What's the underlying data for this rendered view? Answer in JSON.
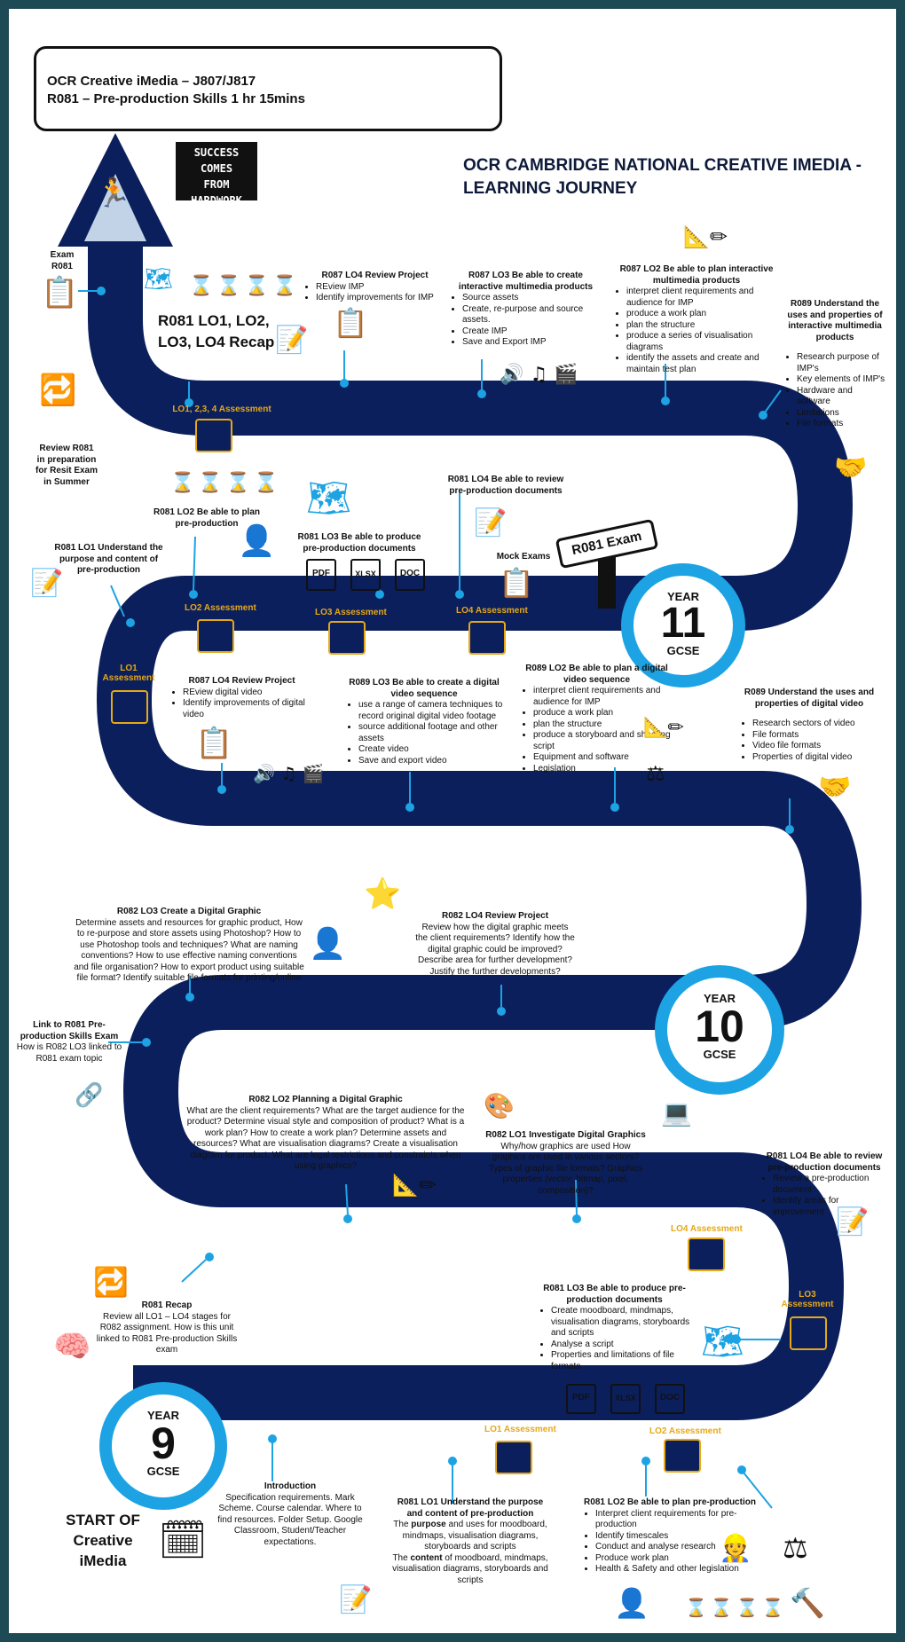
{
  "header": {
    "line1": "OCR Creative iMedia – J807/J817",
    "line2": "R081 – Pre-production Skills 1 hr 15mins"
  },
  "title": {
    "line1": "OCR CAMBRIDGE NATIONAL CREATIVE IMEDIA -",
    "line2": "LEARNING JOURNEY"
  },
  "poster": {
    "l1": "SUCCESS COMES",
    "l2": "FROM",
    "l3": "HARDWORK"
  },
  "exam_r081": {
    "l1": "Exam",
    "l2": "R081"
  },
  "recap": {
    "l1": "R081 LO1, LO2,",
    "l2": "LO3, LO4 Recap"
  },
  "review_r081": {
    "l1": "Review R081",
    "l2": "in preparation",
    "l3": "for Resit Exam",
    "l4": "in Summer"
  },
  "y11": {
    "r087_lo4": {
      "title": "R087  LO4 Review Project",
      "items": [
        "REview IMP",
        "Identify improvements for IMP"
      ]
    },
    "r087_lo3": {
      "title": "R087  LO3 Be able to create interactive multimedia products",
      "items": [
        "Source assets",
        "Create, re-purpose and source assets.",
        "Create IMP",
        "Save and Export IMP"
      ]
    },
    "r087_lo2": {
      "title": "R087  LO2  Be able to plan interactive multimedia products",
      "items": [
        "interpret client requirements and audience for IMP",
        "produce a work plan",
        "plan the structure",
        "produce a series of visualisation diagrams",
        "identify the assets and create and maintain  test plan"
      ]
    },
    "r089_imp": {
      "title": "R089  Understand the uses and properties of interactive multimedia products",
      "items": [
        "Research purpose of IMP's",
        "Key elements of IMP's",
        "Hardware and software",
        "Limitations",
        "File formats"
      ]
    },
    "lo1234": "LO1, 2,3, 4 Assessment",
    "r081_lo2": "R081 LO2 Be able to plan pre-production",
    "r081_lo1": "R081 LO1 Understand the purpose and content of pre-production",
    "r081_lo3": "R081 LO3 Be able to produce pre-production documents",
    "r081_lo4": "R081 LO4 Be able to review pre-production documents",
    "mock": "Mock Exams",
    "sign": "R081 Exam",
    "lo2_assess": "LO2 Assessment",
    "lo3_assess": "LO3 Assessment",
    "lo4_assess": "LO4 Assessment",
    "lo1_assess_l1": "LO1",
    "lo1_assess_l2": "Assessment"
  },
  "video": {
    "r087_lo4": {
      "title": "R087  LO4 Review Project",
      "items": [
        "REview digital video",
        "Identify improvements of digital video"
      ]
    },
    "r089_lo3": {
      "title": "R089  LO3 Be able to create a digital video sequence",
      "items": [
        "use a range of camera techniques to record original digital video footage",
        "source additional footage and other assets",
        "Create video",
        "Save and export video"
      ]
    },
    "r089_lo2": {
      "title": "R089  LO2  Be able to plan a digital video sequence",
      "items": [
        "interpret client requirements and audience for IMP",
        "produce a work plan",
        "plan the structure",
        "produce a storyboard and shooting script",
        "Equipment and software",
        "Legislation"
      ]
    },
    "r089_uses": {
      "title": "R089   Understand the uses and properties of digital video",
      "items": [
        "Research sectors of video",
        "File formats",
        "Video file formats",
        "Properties of digital video"
      ]
    }
  },
  "years": {
    "y11": {
      "label": "YEAR",
      "num": "11",
      "sub": "GCSE"
    },
    "y10": {
      "label": "YEAR",
      "num": "10",
      "sub": "GCSE"
    },
    "y9": {
      "label": "YEAR",
      "num": "9",
      "sub": "GCSE"
    }
  },
  "y10": {
    "r082_lo3": {
      "title": "R082 LO3 Create a Digital Graphic",
      "body": "Determine assets and resources for graphic product, How to re-purpose and store assets using Photoshop? How to use Photoshop tools and techniques? What are naming conventions? How to use effective naming conventions and file organisation? How to export product using suitable file format? Identify suitable file formats for printing/online"
    },
    "r082_lo4": {
      "title": "R082 LO4 Review Project",
      "body": "Review how the digital graphic meets the client requirements? Identify how the digital graphic could be improved? Describe area for further development? Justify the further developments?"
    },
    "link": {
      "title": "Link to R081 Pre-production Skills Exam",
      "body": "How is R082 LO3 linked to R081 exam topic"
    },
    "r082_lo2": {
      "title": "R082 LO2 Planning a Digital Graphic",
      "body": "What are the client requirements? What are the target audience for the product? Determine visual style and composition of product? What is a work plan? How to create a work plan? Determine assets and resources? What are visualisation diagrams? Create a visualisation diagram for product, What are legal restrictions and constraints when using graphics?"
    },
    "r082_lo1": {
      "title": "R082 LO1 Investigate Digital Graphics",
      "body": "Why/how graphics are used How graphics are used in various sectors?  Types of graphic file formats? Graphics properties (vector, bitmap, pixel, composition)?"
    }
  },
  "y9": {
    "r081_lo4": {
      "title": "R081 LO4 Be able to review pre-production documents",
      "items": [
        "Review a pre-production document",
        "Identify areas for improvement"
      ]
    },
    "recap": {
      "title": "R081 Recap",
      "body": "Review all LO1 – LO4 stages for R082 assignment. How is this unit linked to R081 Pre-production Skills exam"
    },
    "r081_lo3": {
      "title": "R081 LO3 Be able to produce pre-production documents",
      "items": [
        "Create  moodboard, mindmaps, visualisation diagrams, storyboards and scripts",
        "Analyse a script",
        "Properties and limitations of file formats"
      ]
    },
    "lo4_assess": "LO4  Assessment",
    "lo3_assess_l1": "LO3",
    "lo3_assess_l2": "Assessment",
    "lo1_assess": "LO1 Assessment",
    "lo2_assess": "LO2  Assessment",
    "intro": {
      "title": "Introduction",
      "body": "Specification requirements. Mark Scheme.  Course calendar. Where to find resources. Folder Setup. Google Classroom, Student/Teacher expectations."
    },
    "r081_lo1": {
      "title": "R081 LO1 Understand the purpose and content of pre-production",
      "body1a": "The ",
      "body1b": "purpose",
      "body1c": " and uses for moodboard, mindmaps, visualisation diagrams, storyboards and scripts",
      "body2a": "The ",
      "body2b": "content",
      "body2c": " of moodboard, mindmaps, visualisation diagrams, storyboards and scripts"
    },
    "r081_lo2": {
      "title": "R081 LO2 Be able to plan pre-production",
      "items": [
        "Interpret client requirements for pre-production",
        "Identify timescales",
        "Conduct and analyse research",
        "Produce work plan",
        "Health & Safety and other legislation"
      ]
    },
    "start": {
      "l1": "START OF",
      "l2": "Creative",
      "l3": "iMedia"
    }
  },
  "file_types": {
    "pdf": "PDF",
    "xlsx": "XLSX",
    "doc": "DOC"
  },
  "colors": {
    "path": "#0b1f5c",
    "accent": "#1da3e3",
    "gold": "#e6a817",
    "frame": "#1d4a55"
  }
}
